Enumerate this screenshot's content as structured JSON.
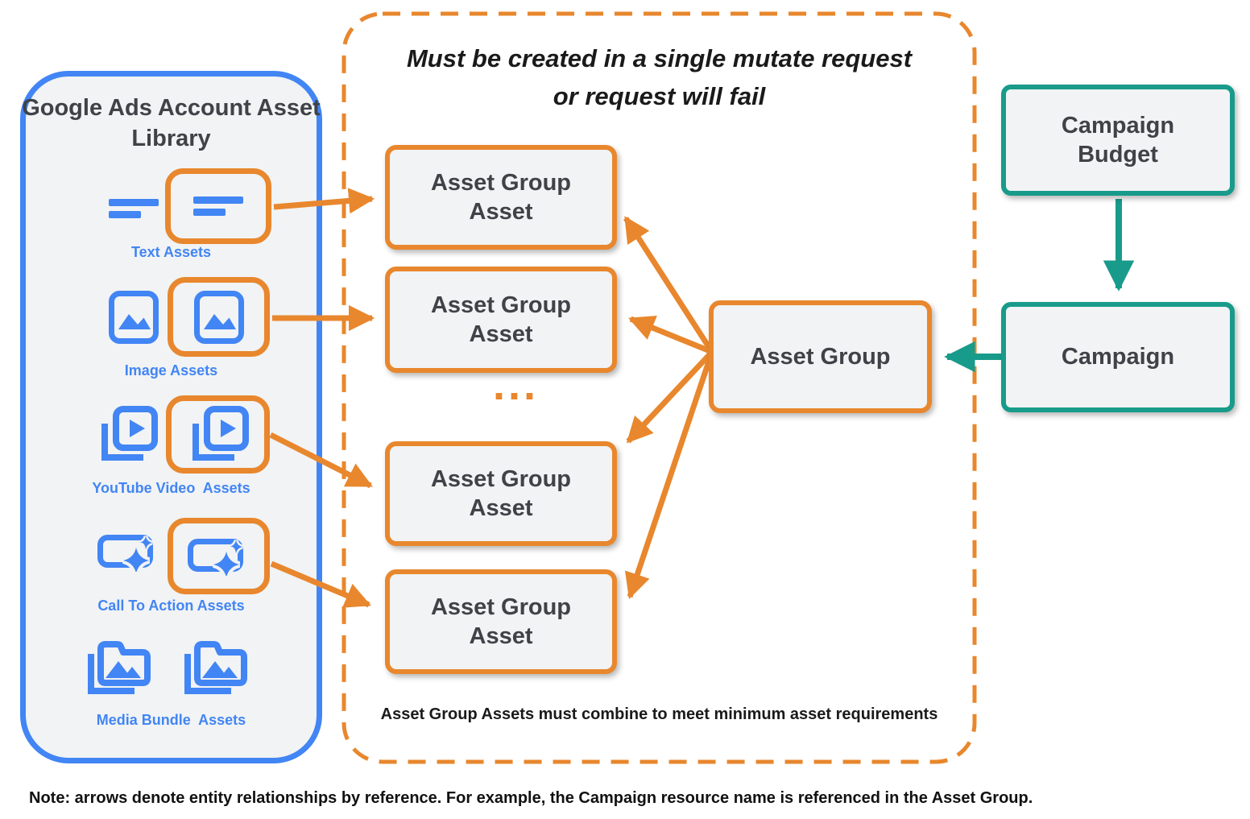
{
  "colors": {
    "blue": "#4285F4",
    "orange": "#E8872D",
    "teal": "#189B8A",
    "panel_fill": "#F1F3F4",
    "box_fill": "#F1F3F4",
    "dark_text": "#3F4347"
  },
  "asset_library": {
    "title": "Google Ads Account Asset Library",
    "items": [
      {
        "label": "Text Assets",
        "icon": "text-asset-icon",
        "highlighted": true
      },
      {
        "label": "Image Assets",
        "icon": "image-asset-icon",
        "highlighted": true
      },
      {
        "label": "YouTube Video  Assets",
        "icon": "youtube-video-asset-icon",
        "highlighted": true
      },
      {
        "label": "Call To Action Assets",
        "icon": "call-to-action-asset-icon",
        "highlighted": true
      },
      {
        "label": "Media Bundle  Assets",
        "icon": "media-bundle-asset-icon",
        "highlighted": false
      }
    ]
  },
  "mutate_group": {
    "title_lines": [
      "Must be created in a single mutate request",
      "or request will fail"
    ],
    "asset_group_asset_boxes": [
      "Asset Group Asset",
      "Asset Group Asset",
      "Asset Group Asset",
      "Asset Group Asset"
    ],
    "ellipsis": "...",
    "footnote": "Asset Group Assets must combine to meet minimum asset requirements"
  },
  "entities": {
    "asset_group": "Asset Group",
    "campaign_budget": "Campaign Budget",
    "campaign": "Campaign"
  },
  "note": "Note: arrows denote entity relationships by reference. For example, the Campaign resource name is referenced in the Asset Group."
}
